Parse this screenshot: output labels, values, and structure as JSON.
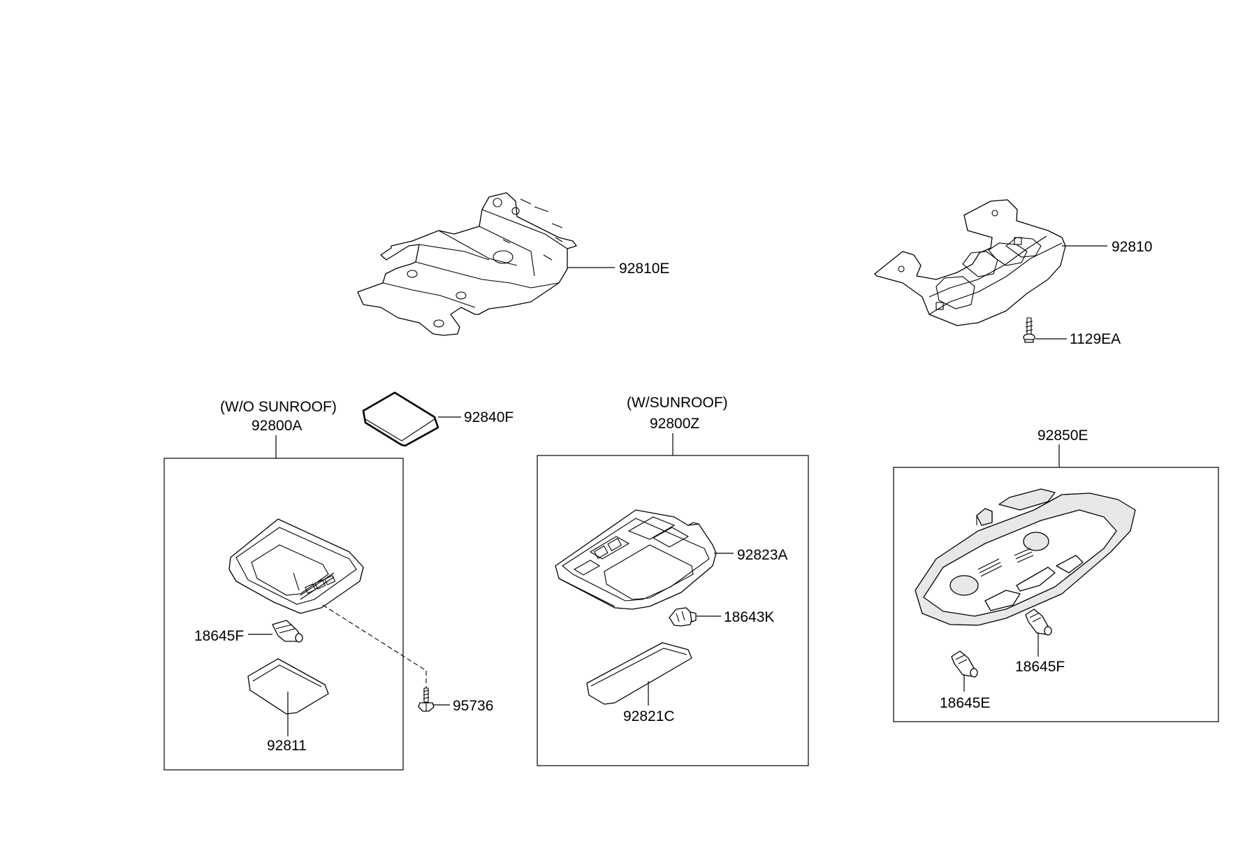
{
  "labels": {
    "p92810E": "92810E",
    "p92810": "92810",
    "p1129EA": "1129EA",
    "wo_sunroof": "(W/O SUNROOF)",
    "p92800A": "92800A",
    "p92840F": "92840F",
    "w_sunroof": "(W/SUNROOF)",
    "p92800Z": "92800Z",
    "p92850E": "92850E",
    "p92823A": "92823A",
    "p18643K": "18643K",
    "p92821C": "92821C",
    "p18645F_a": "18645F",
    "p92811": "92811",
    "p95736": "95736",
    "p18645F_b": "18645F",
    "p18645E": "18645E"
  }
}
